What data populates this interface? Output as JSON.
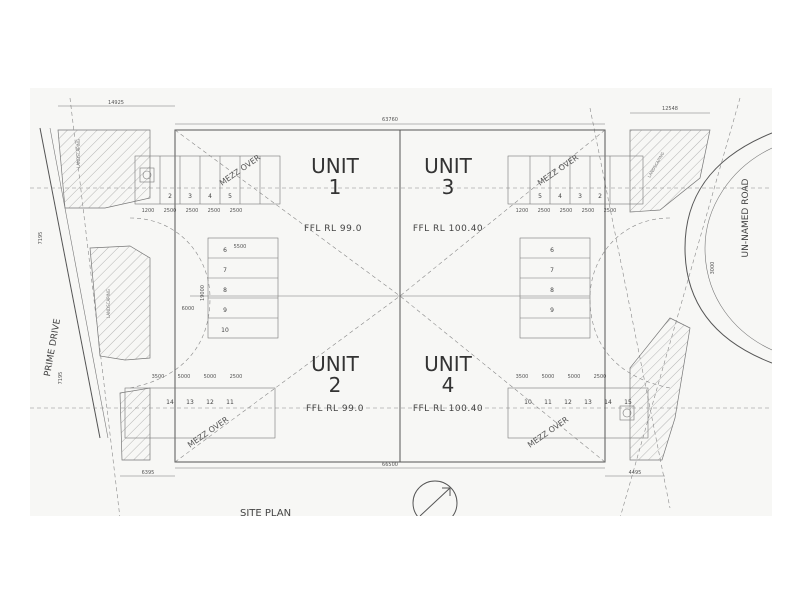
{
  "units": [
    {
      "name": "UNIT",
      "number": "1",
      "ffl": "FFL  RL  99.0"
    },
    {
      "name": "UNIT",
      "number": "2",
      "ffl": "FFL  RL  99.0"
    },
    {
      "name": "UNIT",
      "number": "3",
      "ffl": "FFL  RL  100.40"
    },
    {
      "name": "UNIT",
      "number": "4",
      "ffl": "FFL  RL  100.40"
    }
  ],
  "roads": {
    "left": "PRIME DRIVE",
    "right": "UN-NAMED ROAD"
  },
  "mezz_label": "MEZZ OVER",
  "landscaping": "LANDSCAPING",
  "title": "SITE PLAN",
  "dimensions": {
    "top_total": "63760",
    "bottom_total": "66500",
    "top_left": "14925",
    "top_right": "12548",
    "bottom_left": "6395",
    "bottom_right": "4495",
    "left_upper": "7195",
    "left_lower": "7195",
    "right_road": "3000",
    "row_a": [
      "1200",
      "2500",
      "2500",
      "2500",
      "2500"
    ],
    "row_b": [
      "3500",
      "5000",
      "5000",
      "2500"
    ],
    "aisle": "5500",
    "aisle_depth": "6000",
    "height_mid": "19000"
  },
  "bays": {
    "u1_top": [
      "2",
      "3",
      "4",
      "5"
    ],
    "u1_mid": [
      "6",
      "7",
      "8",
      "9",
      "10"
    ],
    "u2_bottom": [
      "14",
      "13",
      "12",
      "11"
    ],
    "u3_top": [
      "5",
      "4",
      "3",
      "2"
    ],
    "u3_mid": [
      "6",
      "7",
      "8",
      "9"
    ],
    "u4_bottom": [
      "10",
      "11",
      "12",
      "13",
      "14",
      "15"
    ]
  }
}
